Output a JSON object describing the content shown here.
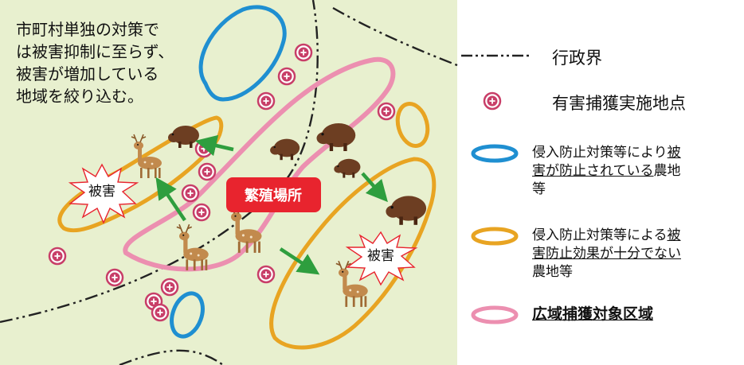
{
  "map": {
    "intro_text": [
      "市町村単独の対策で",
      "は被害抑制に至らず、",
      "被害が増加している",
      "地域を絞り込む。"
    ],
    "breeding_site_label": "繁殖場所",
    "damage_label": "被害"
  },
  "legend": {
    "admin_boundary": "行政界",
    "capture_point": "有害捕獲実施地点",
    "prevented": {
      "line1_plain": "侵入防止対策等により",
      "line1_underlined": "被",
      "line2_underlined": "害が防止されている",
      "line2_plain": "農地",
      "line3": "等"
    },
    "insufficient": {
      "line1_plain": "侵入防止対策等による",
      "line1_underlined": "被",
      "line2_underlined": "害防止効果が十分でない",
      "line3": "農地等"
    },
    "wide_area": "広域捕獲対象区域"
  },
  "colors": {
    "background": "#e8f0cf",
    "blue_zone": "#1f8fd1",
    "orange_zone": "#e8a422",
    "pink_zone": "#ec8fb0",
    "capture_point": "#c83e68",
    "arrow": "#2e9e3e",
    "breeding_label_bg": "#e8242e"
  }
}
